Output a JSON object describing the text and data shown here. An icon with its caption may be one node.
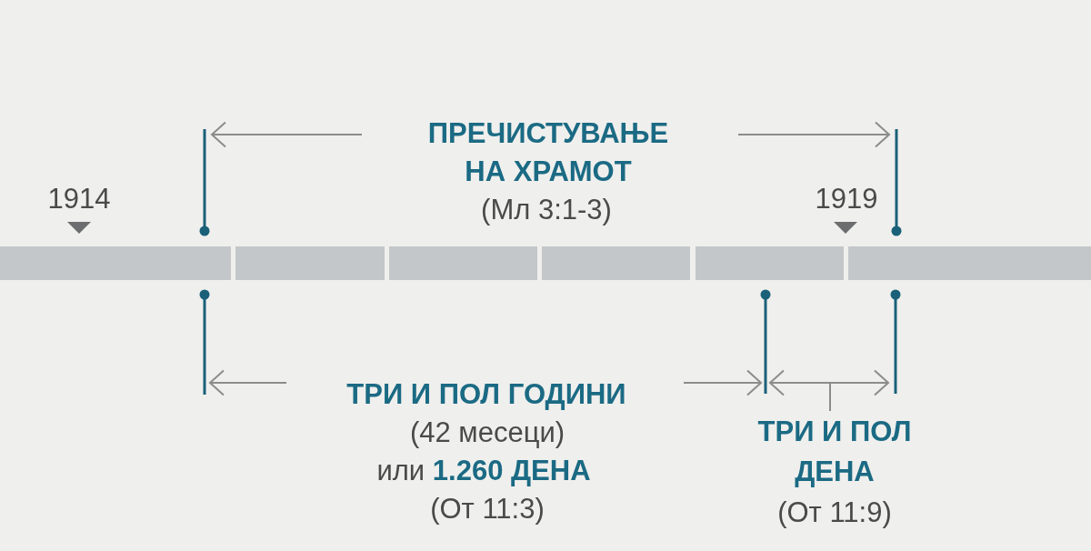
{
  "diagram": {
    "labels": [
      "ПРЕЧИСТУВАЊЕ НА ХРАМОТ",
      "1914",
      "(Мл 3:1-3)",
      "1919",
      "ТРИ И ПОЛ ГОДИНИ",
      "(42 месеци)",
      "или **1.260 ДЕНА**",
      "(От 11:3)",
      "ТРИ И ПОЛ ДЕНА",
      "(От 11:9)"
    ]
  }
}
